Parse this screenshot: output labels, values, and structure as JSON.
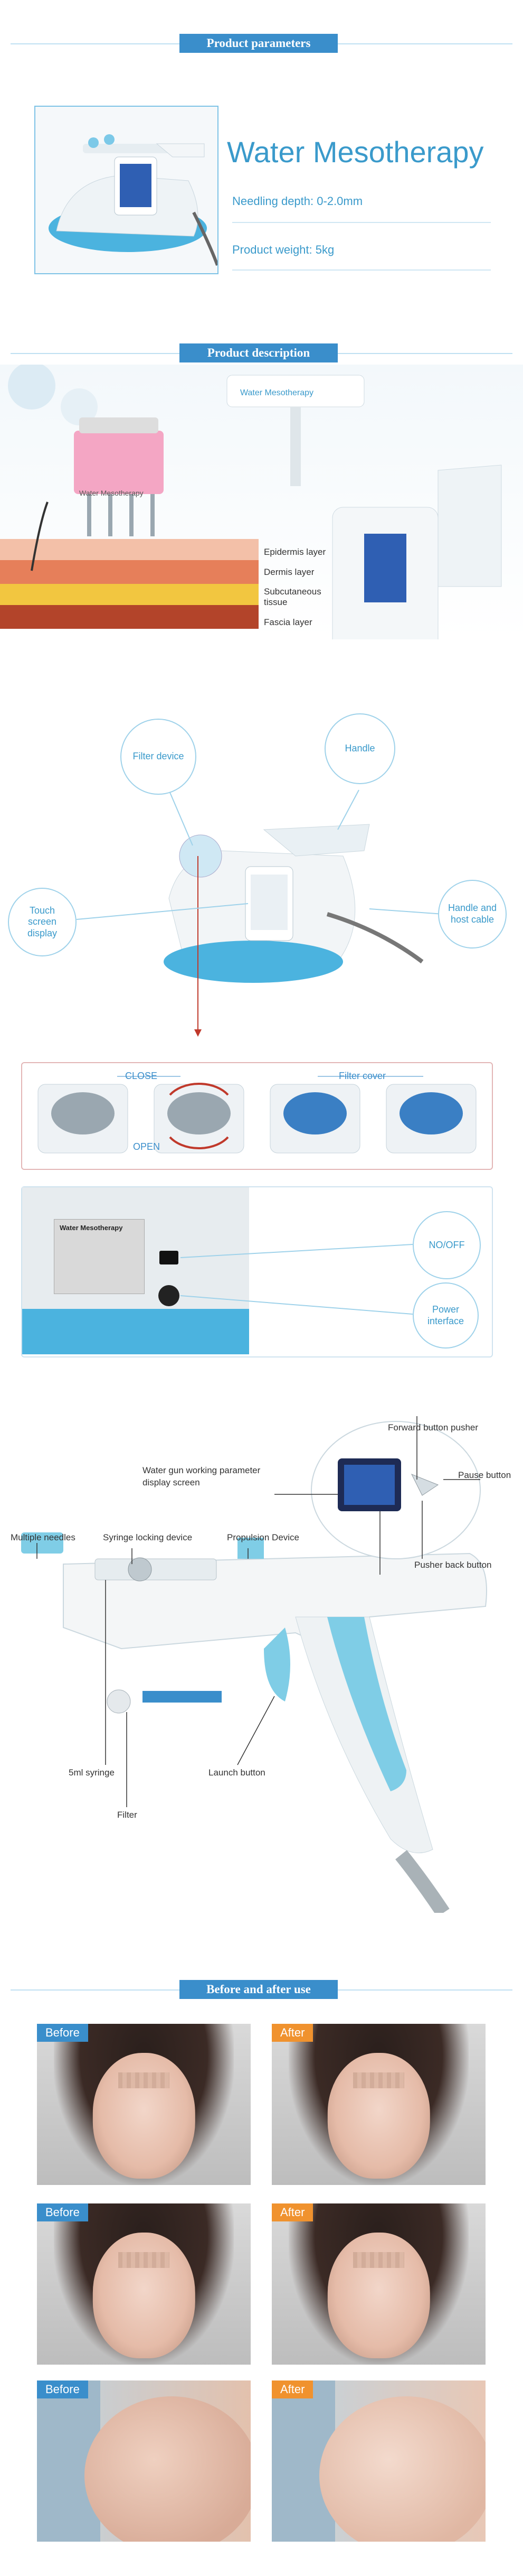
{
  "sections": {
    "product_parameters": "Product parameters",
    "product_description": "Product description",
    "before_after": "Before and after use"
  },
  "params": {
    "product_name": "Water Mesotherapy",
    "needling_depth": "Needling depth: 0-2.0mm",
    "product_weight": "Product weight: 5kg"
  },
  "description": {
    "tag_label": "Water Mesotherapy",
    "pink_label": "Water Mesotherapy",
    "layers": [
      "Epidermis layer",
      "Dermis layer",
      "Subcutaneous tissue",
      "Fascia layer"
    ]
  },
  "callouts": {
    "filter_device": "Filter device",
    "handle": "Handle",
    "touch_screen": "Touch screen display",
    "handle_cable": "Handle and host cable"
  },
  "filter": {
    "close": "CLOSE",
    "open": "OPEN",
    "cover": "Filter cover"
  },
  "power": {
    "device_name": "Water Mesotherapy",
    "switch": "NO/OFF",
    "interface": "Power interface"
  },
  "gun": {
    "forward_pusher": "Forward button pusher",
    "display_screen": "Water gun working parameter display screen",
    "pause": "Pause button",
    "pusher_back": "Pusher back button",
    "multiple_needles": "Multiple needles",
    "syringe_lock": "Syringe locking device",
    "propulsion": "Propulsion Device",
    "syringe": "5ml syringe",
    "launch": "Launch button",
    "filter": "Filter"
  },
  "results": {
    "before": "Before",
    "after": "After"
  },
  "colors": {
    "accent_blue": "#3a8ecb",
    "light_blue": "#9fd2ea",
    "after_orange": "#f0922e",
    "arrow_red": "#c0392b"
  }
}
